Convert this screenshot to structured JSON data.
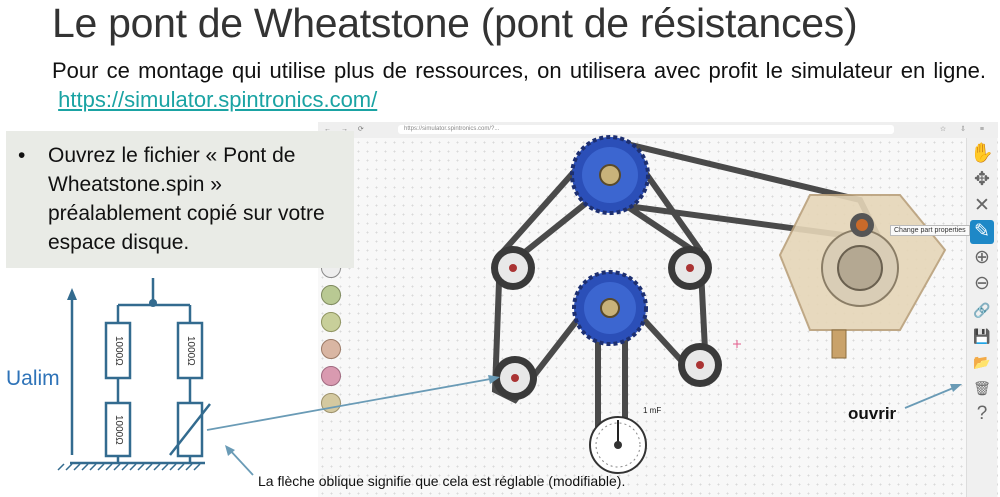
{
  "slide": {
    "title": "Le pont de Wheatstone (pont de résistances)",
    "intro_text": "Pour ce montage qui utilise plus de ressources, on utilisera avec profit le simulateur en ligne.",
    "intro_link": "https://simulator.spintronics.com/",
    "bullet_symbol": "•",
    "bullet_text": "Ouvrez le fichier « Pont de Wheatstone.spin » préalablement copié sur votre espace disque.",
    "ualim_label": "Ualim",
    "caption": "La flèche oblique signifie que cela est réglable (modifiable).",
    "ouvrir_label": "ouvrir"
  },
  "circuit": {
    "resistors": [
      "1000Ω",
      "1000Ω",
      "1000Ω"
    ]
  },
  "simulator": {
    "nav_glyphs": "← → ⟳",
    "address_text": "https://simulator.spintronics.com/?...",
    "tools_glyphs": "☆ ⇩ ≡",
    "tooltip": "Change part properties",
    "capacitor_label": "1 mF",
    "toolbar": {
      "hand": "✋",
      "move": "✥",
      "delete": "✕",
      "edit": "✎",
      "zoom_in": "⊕",
      "zoom_out": "⊖",
      "link": "🔗",
      "save": "💾",
      "open": "📂",
      "trash": "🗑",
      "help": "?"
    },
    "accent_color": "#1e88c7"
  }
}
